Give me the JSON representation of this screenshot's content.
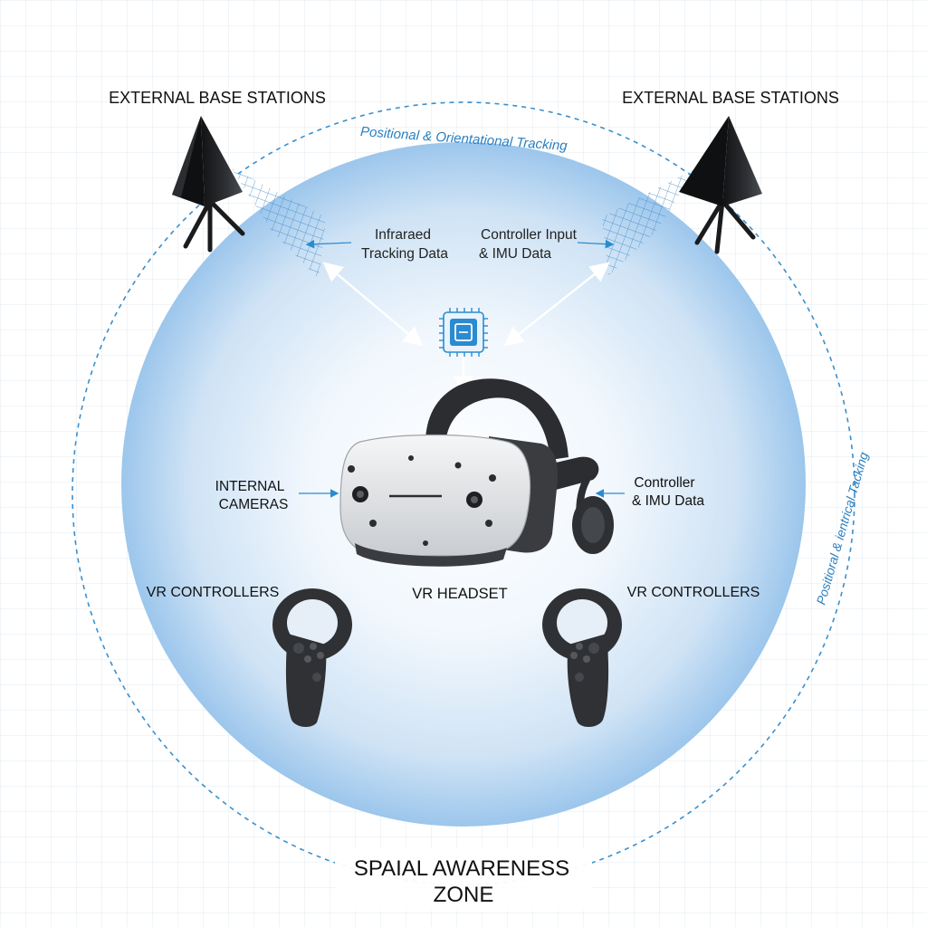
{
  "labels": {
    "base_left": "EXTERNAL BASE STATIONS",
    "base_right": "EXTERNAL BASE STATIONS",
    "arc_top": "Positional & Orientational Tracking",
    "arc_right": "Positioral & ientrical Tacking",
    "ir_line1": "Infraraed",
    "ir_line2": "Tracking Data",
    "ci_line1": "Controller Input",
    "ci_line2": "& IMU Data",
    "cams_line1": "INTERNAL",
    "cams_line2": "CAMERAS",
    "imu_line1": "Controller",
    "imu_line2": "& IMU Data",
    "ctrl_left": "VR CONTROLLERS",
    "headset": "VR HEADSET",
    "ctrl_right": "VR CONTROLLERS",
    "zone_line1": "SPAIAL AWARENESS",
    "zone_line2": "ZONE"
  },
  "icons": {
    "processor": "processor-chip-icon",
    "base_station": "base-station-icon",
    "headset": "vr-headset-icon",
    "controller": "vr-controller-icon"
  },
  "colors": {
    "zone_blue": "#7fb6e6",
    "accent_blue": "#2a8bd0",
    "arc_blue": "#3a8fcc",
    "grid": "#dfe8f0",
    "device_dark": "#2b2d30"
  }
}
